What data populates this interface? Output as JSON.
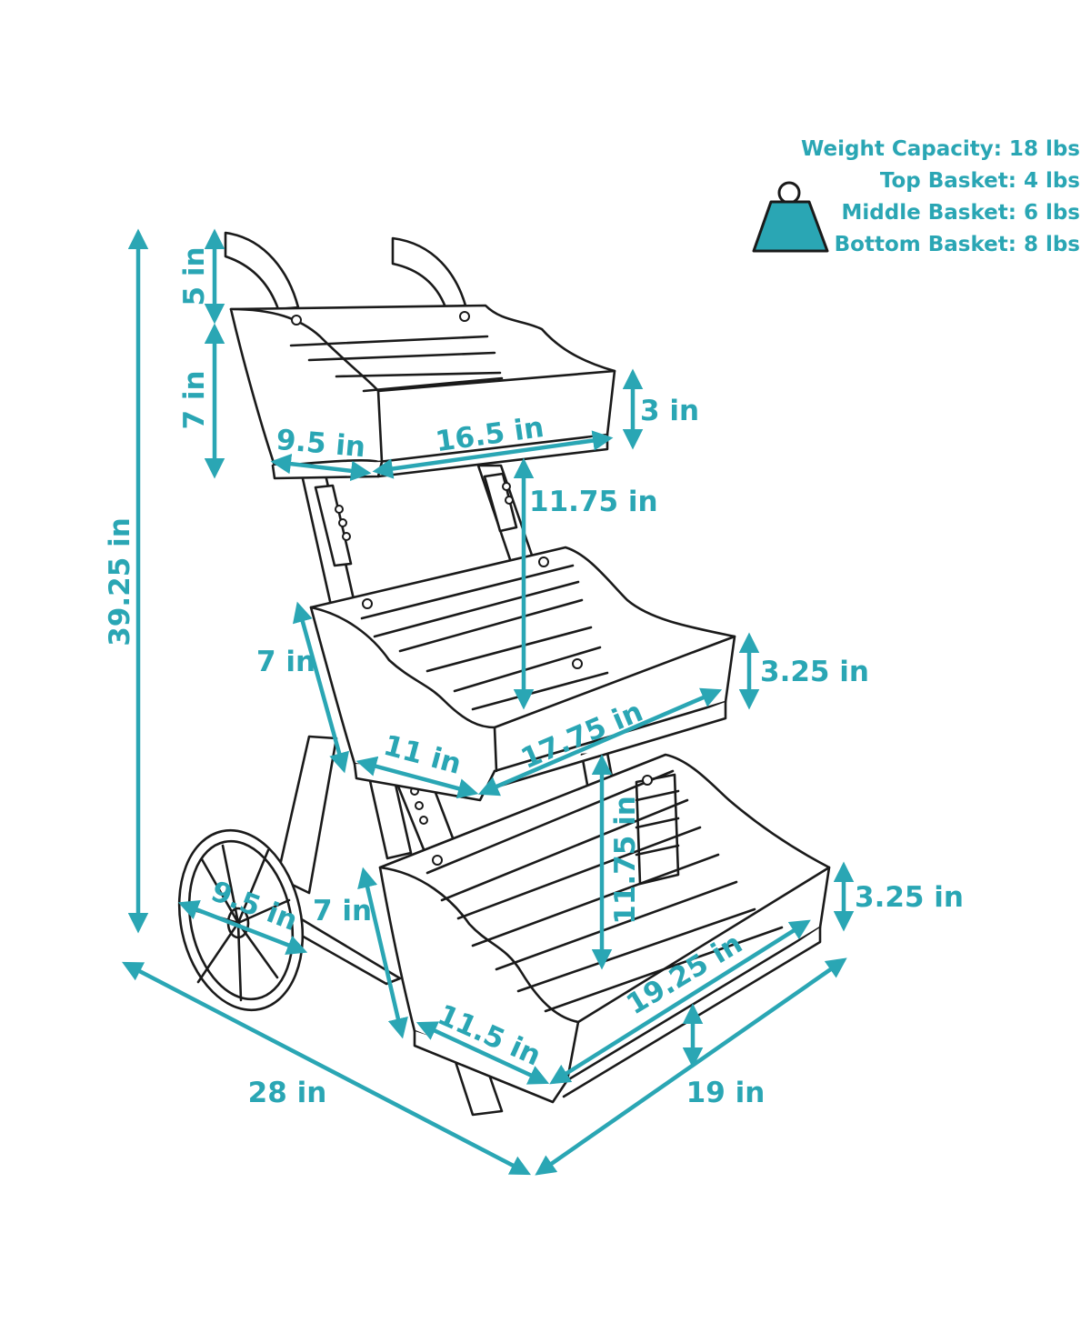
{
  "legend": {
    "lines": [
      "Weight Capacity: 18 lbs",
      "Top Basket: 4 lbs",
      "Middle Basket: 6 lbs",
      "Bottom Basket: 8 lbs"
    ],
    "icon": "weight-icon"
  },
  "dimensions": {
    "overall_height": "39.25 in",
    "handle_height": "5 in",
    "top_basket_height": "7 in",
    "top_basket_depth": "3 in",
    "top_basket_width": "9.5 in",
    "top_basket_length": "16.5 in",
    "top_to_middle_gap": "11.75 in",
    "middle_basket_height": "7 in",
    "middle_basket_depth": "3.25 in",
    "middle_basket_width": "11 in",
    "middle_basket_length": "17.75 in",
    "middle_to_bottom_gap": "11.75 in",
    "wheel_diameter": "9.5 in",
    "bottom_basket_height": "7 in",
    "bottom_basket_depth": "3.25 in",
    "bottom_basket_width": "11.5 in",
    "bottom_basket_length": "19.25 in",
    "overall_length": "28 in",
    "overall_width": "19 in"
  },
  "colors": {
    "accent": "#2aa6b4",
    "line_art": "#1a1a1a"
  }
}
